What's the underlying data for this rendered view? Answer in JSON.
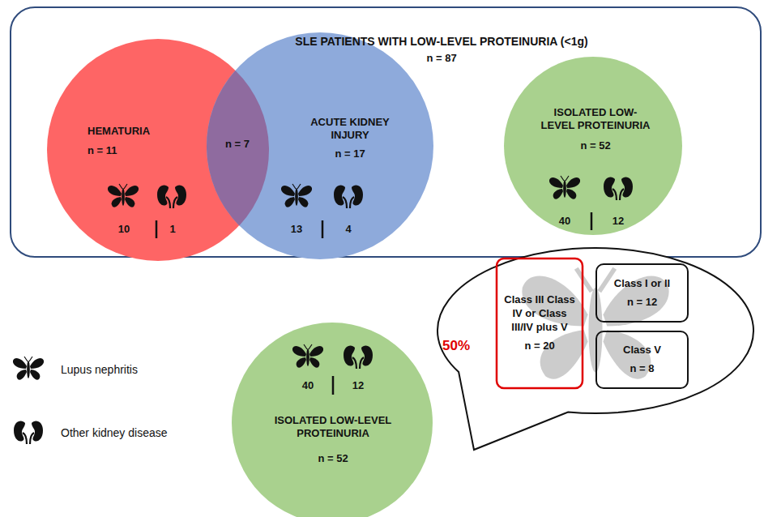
{
  "diagram": {
    "nodes": [
      {
        "text": [
          "SLE PATIENTS WITH LOW-LEVEL PROTEINURIA (<1g)",
          "n = 87"
        ]
      },
      {
        "text": [
          "HEMATURIA",
          "n = 11",
          "10",
          "1"
        ],
        "in": 0
      },
      {
        "text": [
          "n = 7"
        ],
        "in": 0
      },
      {
        "text": [
          "ACUTE KIDNEY INJURY",
          "n = 17",
          "13",
          "4"
        ],
        "in": 0
      },
      {
        "text": [
          "ISOLATED LOW-LEVEL PROTEINURIA",
          "n = 52",
          "40",
          "12"
        ],
        "in": 0
      },
      {
        "text": [
          "40",
          "12",
          "ISOLATED LOW-LEVEL PROTEINURIA",
          "n = 52"
        ]
      },
      {
        "text": [
          "50%"
        ]
      },
      {
        "text": [
          "Class III Class IV or Class III/IV plus V",
          "n = 20"
        ],
        "in": 6
      },
      {
        "text": [
          "Class I or II",
          "n = 12"
        ],
        "in": 6
      },
      {
        "text": [
          "Class V",
          "n = 8"
        ],
        "in": 6
      }
    ],
    "legend": [
      {
        "text": "Lupus nephritis"
      },
      {
        "text": "Other kidney disease"
      }
    ]
  }
}
